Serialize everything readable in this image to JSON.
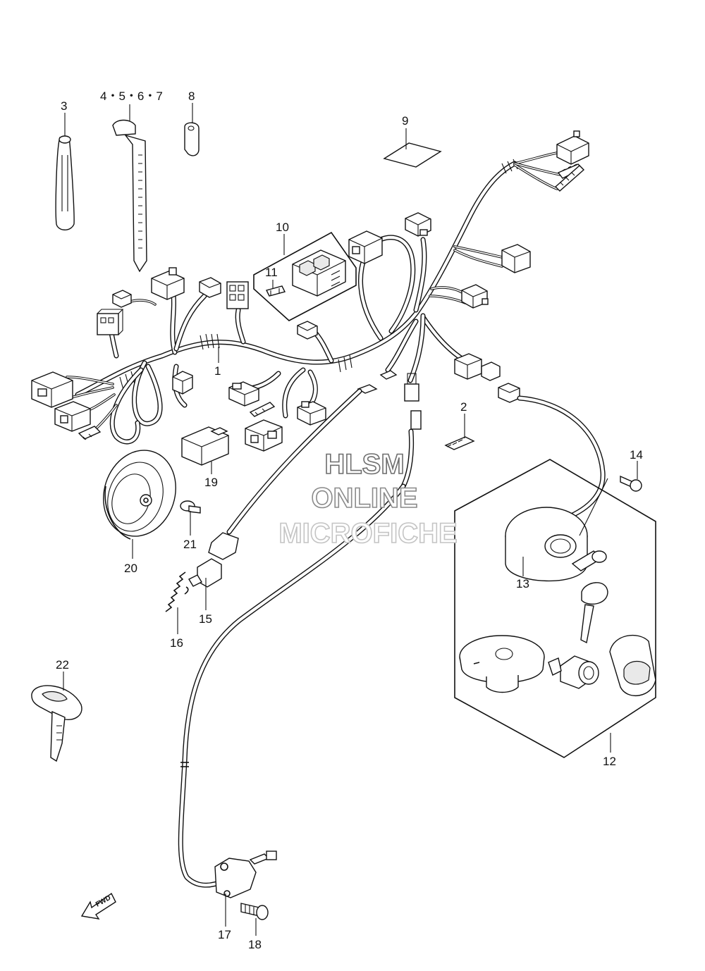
{
  "watermark": {
    "line1": "HLSM",
    "line2": "ONLINE",
    "line3": "MICROFICHE"
  },
  "fwd_arrow_text": "FWD",
  "labels": {
    "p1": "1",
    "p2": "2",
    "p3": "3",
    "p4567": "4・5・6・7",
    "p8": "8",
    "p9": "9",
    "p10": "10",
    "p11": "11",
    "p12": "12",
    "p13": "13",
    "p14": "14",
    "p15": "15",
    "p16": "16",
    "p17": "17",
    "p18": "18",
    "p19": "19",
    "p20": "20",
    "p21": "21",
    "p22": "22"
  },
  "colors": {
    "line": "#111111",
    "watermark_light": "#c8c8c8",
    "watermark_mid": "#9a9a9a"
  }
}
